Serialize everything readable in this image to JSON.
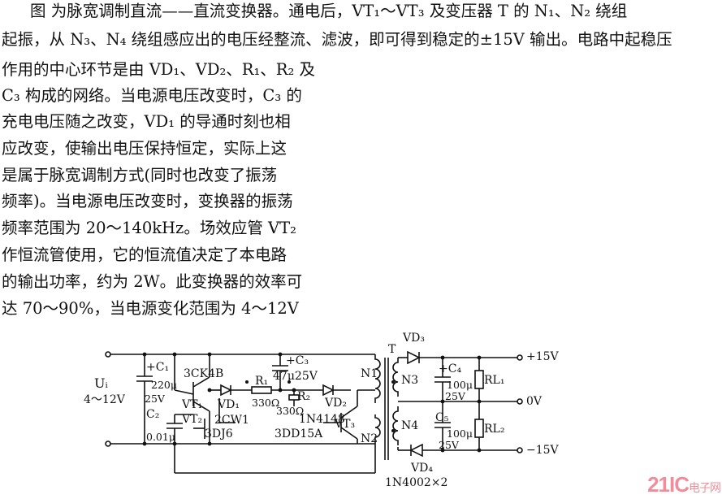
{
  "paragraph": [
    "图      为脉宽调制直流——直流变换器。通电后，VT₁～VT₃ 及变压器 T 的 N₁、N₂ 绕组",
    "起振，从 N₃、N₄ 绕组感应出的电压经整流、滤波，即可得到稳定的±15V 输出。电路中起稳压",
    "作用的中心环节是由 VD₁、VD₂、R₁、R₂ 及",
    "C₃ 构成的网络。当电源电压改变时，C₃ 的",
    "充电电压随之改变，VD₁ 的导通时刻也相",
    "应改变，使输出电压保持恒定，实际上这",
    "是属于脉宽调制方式(同时也改变了振荡",
    "频率)。当电源电压改变时，变换器的振荡",
    "频率范围为 20～140kHz。场效应管 VT₂",
    "作恒流管使用，它的恒流值决定了本电路",
    "的输出功率，约为 2W。此变换器的效率可",
    "达 70～90%，当电源变化范围为 4～12V"
  ],
  "circuit_labels": {
    "ui": "Uᵢ",
    "ui_range": "4～12V",
    "c1": "+C₁",
    "c1_val": "220μ",
    "c1_v": "25V",
    "c2": "C₂",
    "c2_val": "0.01μ",
    "vt1_type": "3CK4B",
    "vt1": "VT₁",
    "vt2": "VT₂",
    "vt2_type": "3DJ6",
    "vd1": "VD₁",
    "vd1_type": "2CW1",
    "c3": "+C₃",
    "c3_val": "47μ25V",
    "r1": "R₁",
    "r1_val": "330Ω",
    "r2": "R₂",
    "r2_val": "330Ω",
    "vd2": "VD₂",
    "vd2_type": "1N4148",
    "vt3": "VT₃",
    "vt3_type": "3DD15A",
    "n1": "N1",
    "n2": "N2",
    "n3": "N3",
    "n4": "N4",
    "t": "T",
    "vd3": "VD₃",
    "vd4": "VD₄",
    "diode_type": "1N4002×2",
    "c4": "+C₄",
    "c4_val": "100μ",
    "c4_v": "25V",
    "c5": "C₅",
    "c5_val": "100μ",
    "c5_v": "25V",
    "rl1": "RL₁",
    "rl2": "RL₂",
    "out_pos": "+15V",
    "out_zero": "0V",
    "out_neg": "−15V"
  },
  "watermark": {
    "brand": "21IC",
    "sub": "电子网"
  }
}
